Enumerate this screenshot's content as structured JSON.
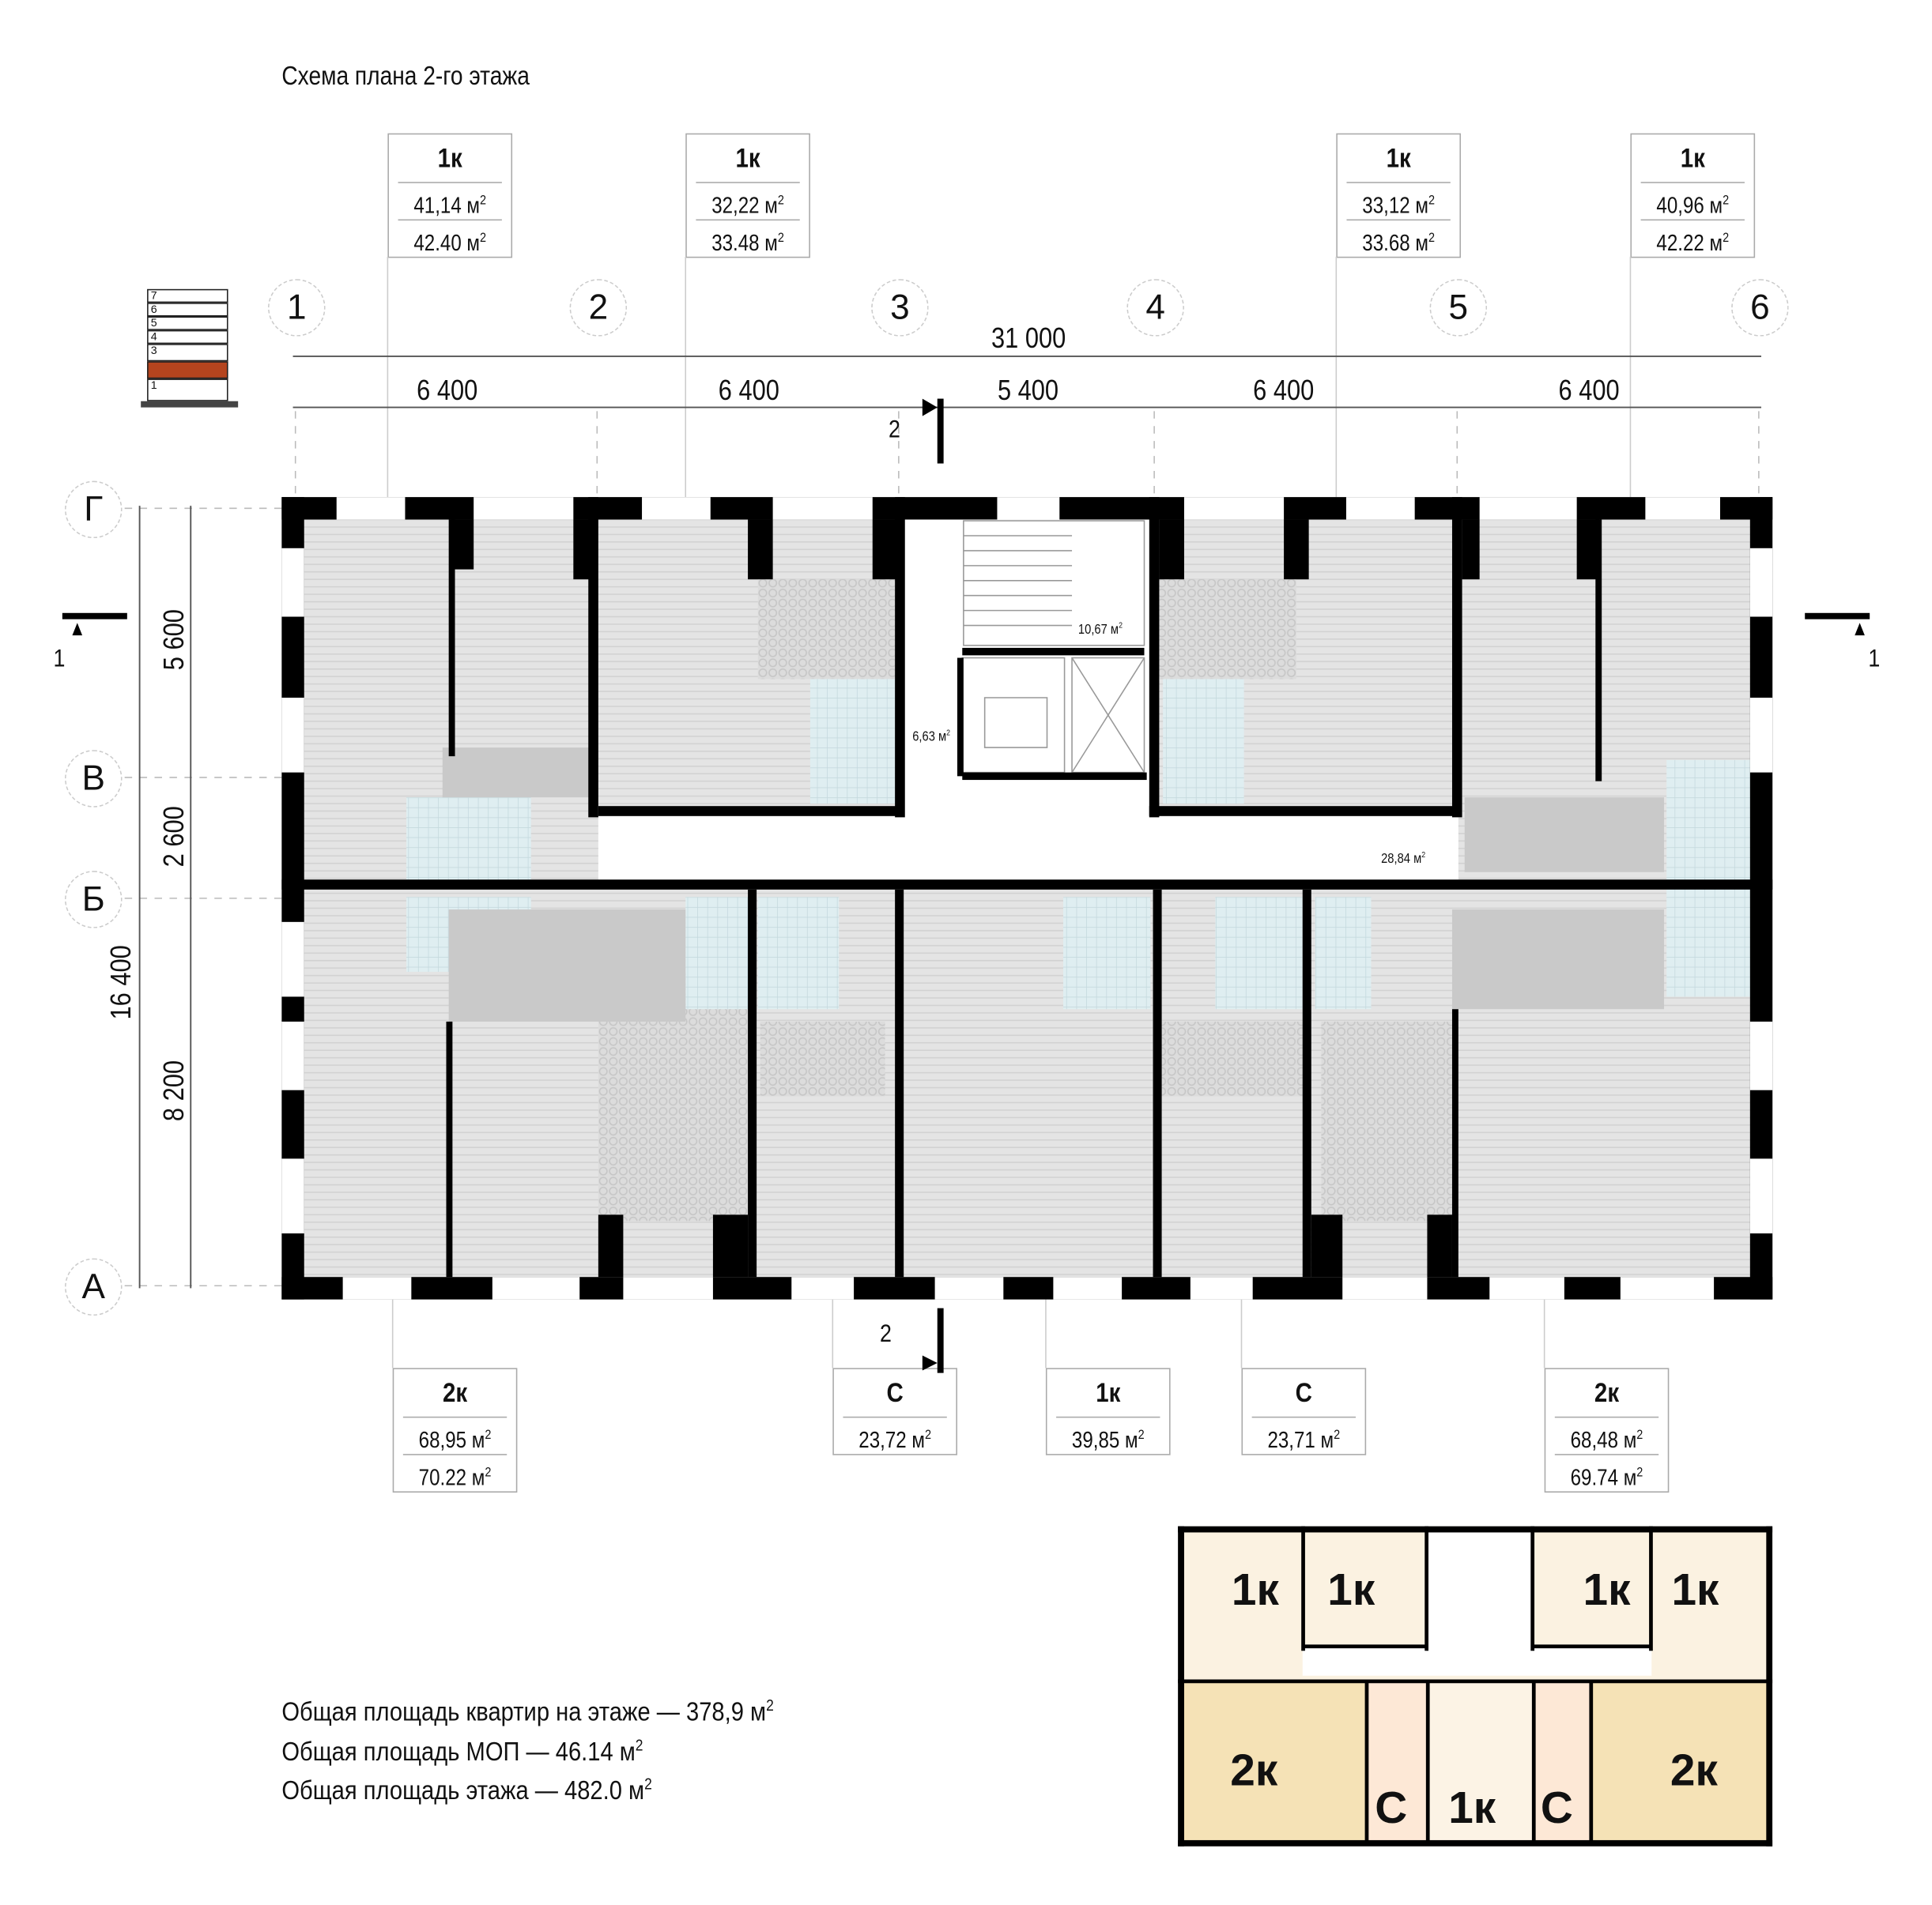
{
  "title": "Схема плана 2-го этажа",
  "top_units": [
    {
      "type": "1к",
      "living": "41,14 м",
      "total": "42.40 м"
    },
    {
      "type": "1к",
      "living": "32,22 м",
      "total": "33.48 м"
    },
    {
      "type": "1к",
      "living": "33,12 м",
      "total": "33.68 м"
    },
    {
      "type": "1к",
      "living": "40,96 м",
      "total": "42.22 м"
    }
  ],
  "bottom_units": [
    {
      "type": "2к",
      "living": "68,95 м",
      "total": "70.22 м"
    },
    {
      "type": "С",
      "living": "23,72 м"
    },
    {
      "type": "1к",
      "living": "39,85 м"
    },
    {
      "type": "С",
      "living": "23,71 м"
    },
    {
      "type": "2к",
      "living": "68,48 м",
      "total": "69.74 м"
    }
  ],
  "sup": "2",
  "axes_columns": [
    "1",
    "2",
    "3",
    "4",
    "5",
    "6"
  ],
  "axes_rows": [
    "Г",
    "В",
    "Б",
    "А"
  ],
  "dims_horizontal": {
    "total": "31 000",
    "spans": [
      "6 400",
      "6 400",
      "5 400",
      "6 400",
      "6 400"
    ]
  },
  "dims_vertical": {
    "total": "16 400",
    "spans": [
      "5 600",
      "2 600",
      "8 200"
    ]
  },
  "section_marks": {
    "s1": "1",
    "s2": "2"
  },
  "floors": [
    "7",
    "6",
    "5",
    "4",
    "3",
    "2",
    "1"
  ],
  "current_floor_color": "#b5441e",
  "common_areas": {
    "stair": "10,67 м",
    "lobby": "6,63 м",
    "corridor": "28,84 м"
  },
  "totals": [
    "Общая площадь квартир на этаже — 378,9 м",
    "Общая площадь МОП — 46.14 м",
    "Общая площадь этажа — 482.0 м"
  ],
  "minimap": {
    "labels_top": [
      "1к",
      "1к",
      "1к",
      "1к"
    ],
    "labels_bottom": [
      "2к",
      "С",
      "1к",
      "С",
      "2к"
    ],
    "colors": {
      "1k": "#fbf2e1",
      "2k": "#f5e2b6",
      "studio": "#fde8d6",
      "1k_mid": "#fcf3e5"
    }
  }
}
